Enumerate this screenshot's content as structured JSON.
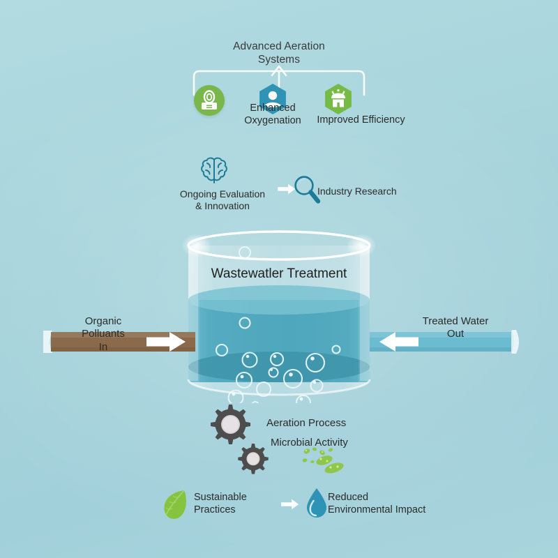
{
  "theme": {
    "background_top": "#b2dbe1",
    "background_bottom": "#a8d4dc",
    "green": "#76bb45",
    "green_dark": "#5f9f35",
    "teal": "#2e93b4",
    "teal_dark": "#1d7b98",
    "water": "#58b0c3",
    "water_dark": "#3d98ad",
    "pipe_in": "#8a6a4a",
    "pipe_out": "#6bbcd1",
    "gear": "#4d4d4d",
    "text": "#2b2b2b"
  },
  "tree": {
    "title": "Advanced Aeration\nSystems",
    "nodes": [
      {
        "id": "aerator",
        "label": "",
        "icon": "aerator-icon",
        "shape": "circle",
        "color": "#79b74b"
      },
      {
        "id": "oxygenation",
        "label": "Enhanced\nOxygenation",
        "icon": "person-icon",
        "shape": "hexagon",
        "color": "#2e93b4"
      },
      {
        "id": "efficiency",
        "label": "Improved Efficiency",
        "icon": "factory-icon",
        "shape": "hexagon",
        "color": "#76bb45"
      }
    ]
  },
  "research_row": {
    "left_label": "Ongoing Evaluation\n& Innovation",
    "left_icon": "brain-icon",
    "arrow_icon": "arrow-right-icon",
    "right_label": "Industry Research",
    "right_icon": "magnifier-icon"
  },
  "tank": {
    "title": "Wastewatler Treatment",
    "bubble_count": 16
  },
  "pipes": {
    "inlet": {
      "label": "Organic\nPolluants\nIn",
      "color": "#8a6a4a",
      "arrow_direction": "left"
    },
    "outlet": {
      "label": "Treated Water\nOut",
      "color": "#6bbcd1",
      "arrow_direction": "right"
    }
  },
  "process": {
    "gears_icon": "gears-icon",
    "aeration_label": "Aeration Process",
    "microbial_label": "Microbial Activity",
    "microbes_icon": "bacteria-icon"
  },
  "outcome_row": {
    "left_icon": "leaf-icon",
    "left_label": "Sustainable\nPractices",
    "arrow_icon": "arrow-right-icon",
    "right_icon": "water-drop-icon",
    "right_label": "Reduced\nEnvironmental Impact"
  }
}
